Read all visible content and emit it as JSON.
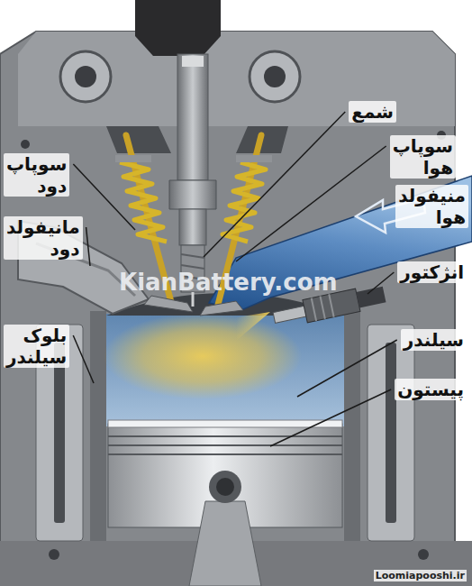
{
  "diagram": {
    "labels": [
      "شمع",
      "سوپاپ هوا",
      "منیفولد هوا",
      "انژکتور",
      "سیلندر",
      "پیستون",
      "سوپاپ دود",
      "مانیفولد دود",
      "بلوک سیلندر",
      "KianBattery.com",
      "Loomiapooshi.ir"
    ]
  }
}
